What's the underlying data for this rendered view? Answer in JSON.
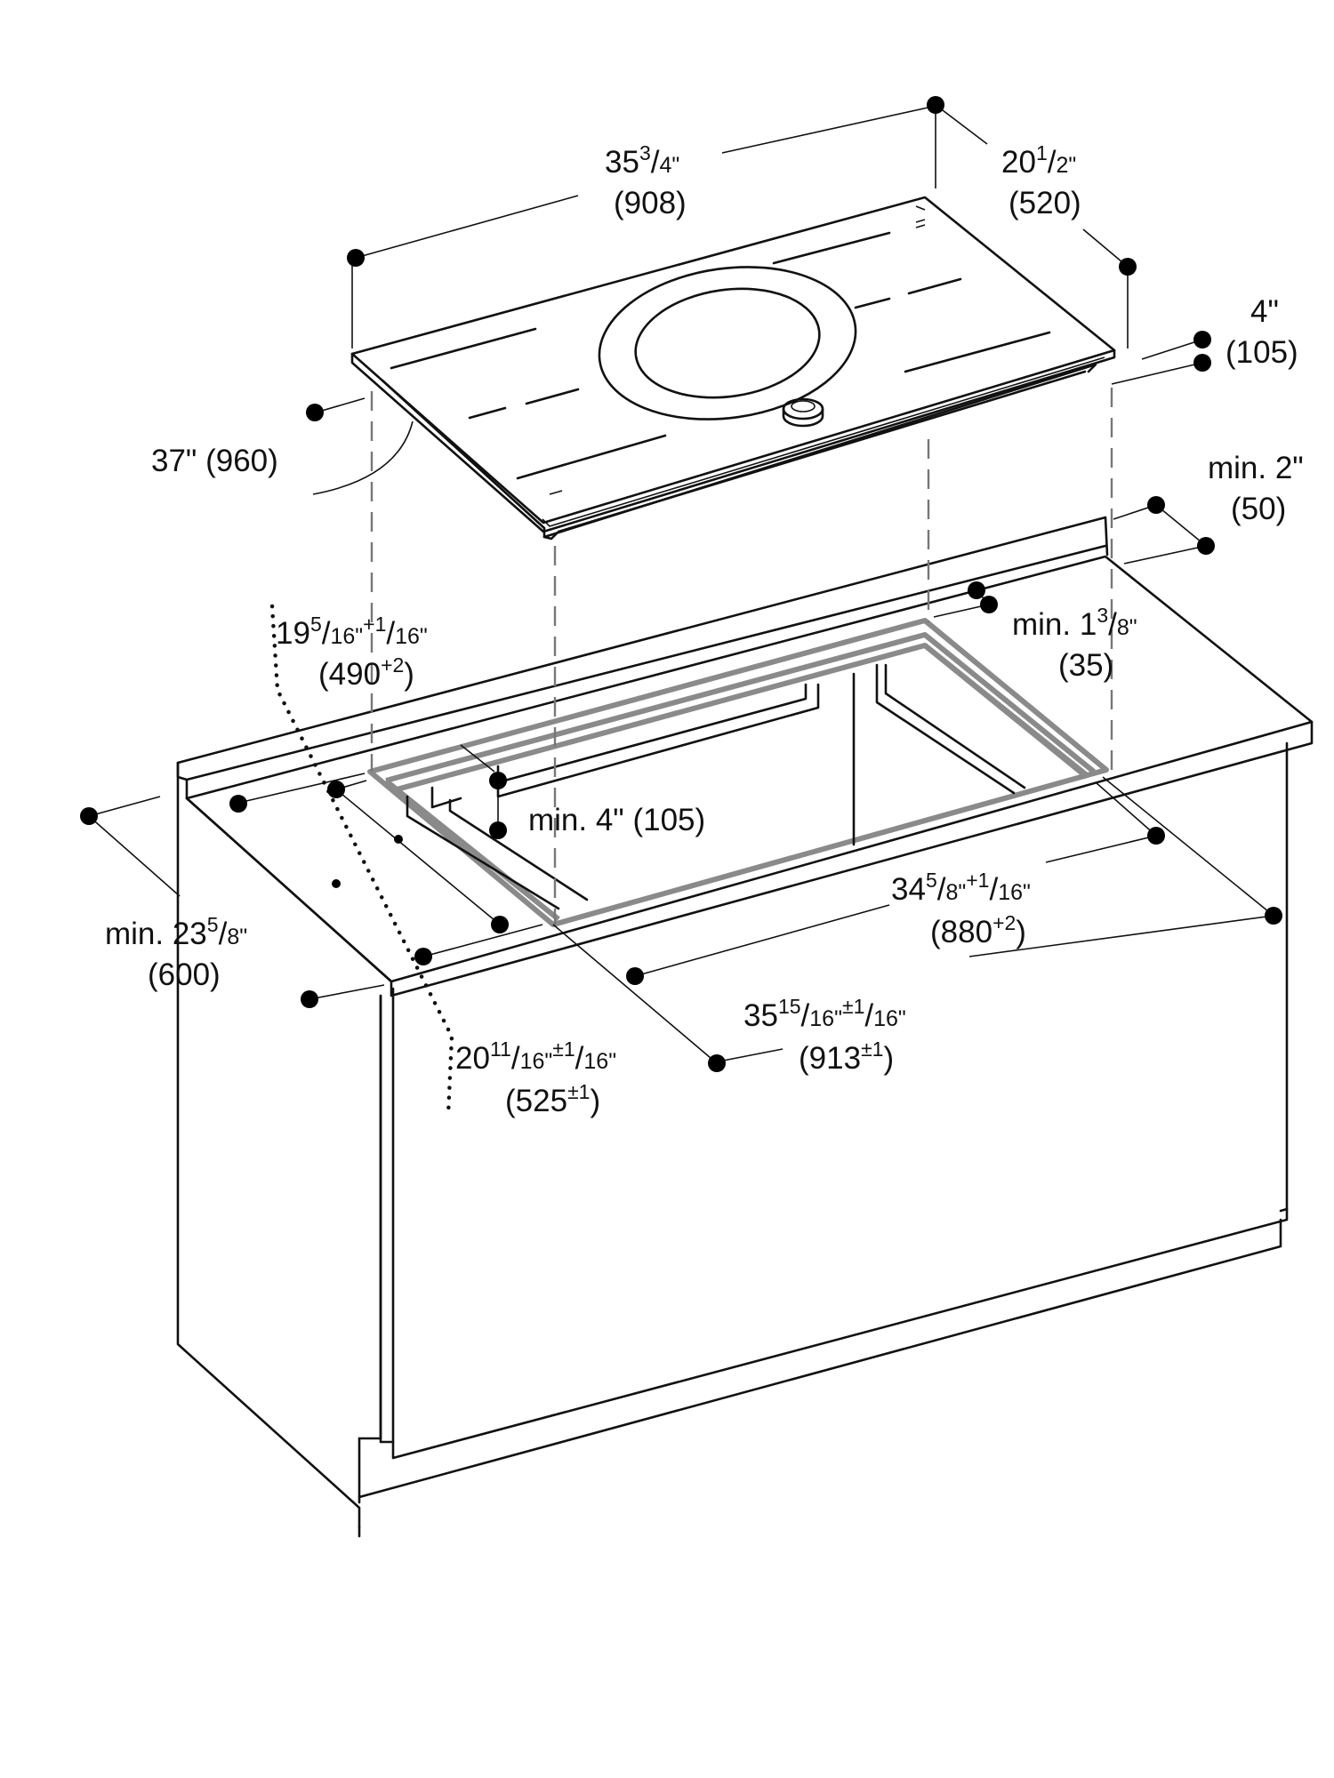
{
  "dimensions": {
    "cooktop_width": {
      "whole": "35",
      "num": "3",
      "den": "4\"",
      "metric": "(908)"
    },
    "cooktop_depth": {
      "whole": "20",
      "num": "1",
      "den": "2\"",
      "metric": "(520)"
    },
    "cooktop_height": {
      "imperial": "4\"",
      "metric": "(105)"
    },
    "overall_height": {
      "text": "37\" (960)"
    },
    "rear_clearance": {
      "line1": "min. 2\"",
      "line2": "(50)"
    },
    "side_clearance": {
      "prefix": "min. 1",
      "num": "3",
      "den": "8\"",
      "metric": "(35)"
    },
    "cutout_depth": {
      "whole": "19",
      "num": "5",
      "den": "16\"",
      "tol_num": "+1",
      "tol_den": "16\"",
      "metric": "(490",
      "metric_tol": "+2",
      "metric_close": ")"
    },
    "front_clearance": {
      "text": "min. 4\" (105)"
    },
    "cutout_width": {
      "whole": "34",
      "num": "5",
      "den": "8\"",
      "tol_num": "+1",
      "tol_den": "16\"",
      "metric": "(880",
      "metric_tol": "+2",
      "metric_close": ")"
    },
    "countertop_depth": {
      "prefix": "min. 23",
      "num": "5",
      "den": "8\"",
      "metric": "(600)"
    },
    "frame_width": {
      "whole": "35",
      "num": "15",
      "den": "16\"",
      "tol_num": "±1",
      "tol_den": "16\"",
      "metric": "(913",
      "metric_tol": "±1",
      "metric_close": ")"
    },
    "frame_depth": {
      "whole": "20",
      "num": "11",
      "den": "16\"",
      "tol_num": "±1",
      "tol_den": "16\"",
      "metric": "(525",
      "metric_tol": "±1",
      "metric_close": ")"
    }
  }
}
